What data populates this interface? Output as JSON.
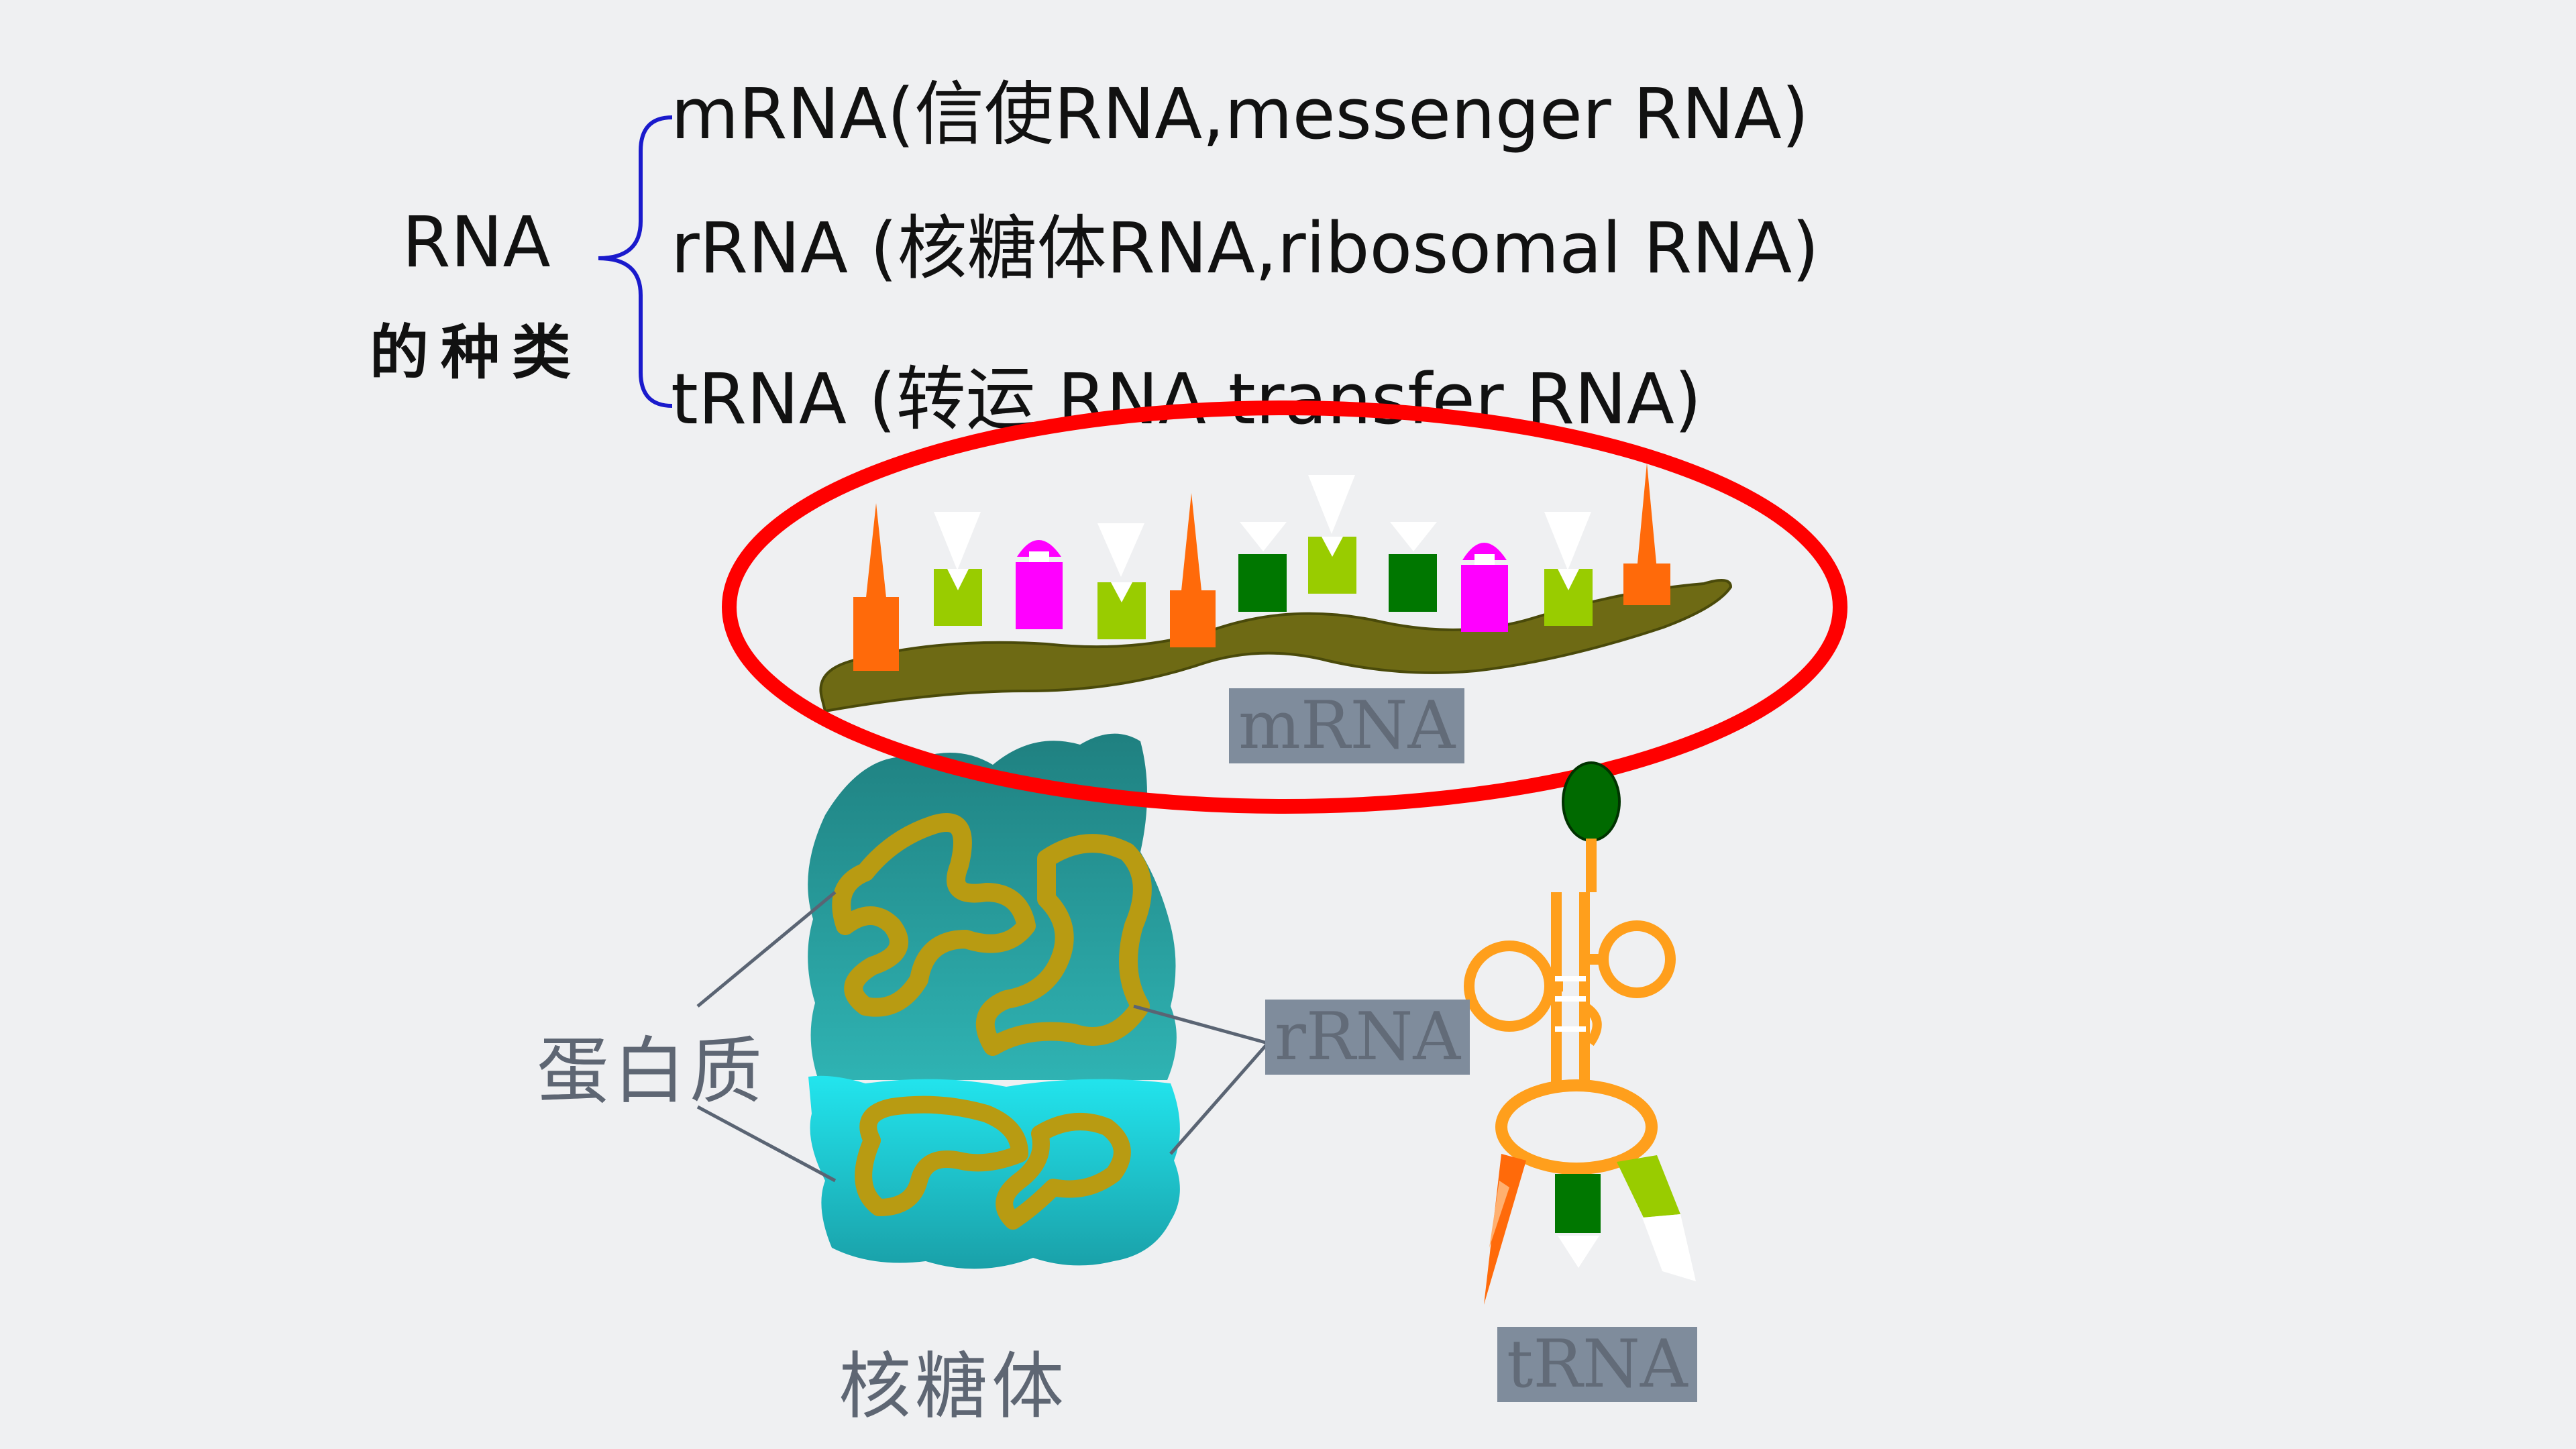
{
  "header": {
    "rna_title": "RNA",
    "rna_subtitle": "的种类"
  },
  "rna_types": [
    {
      "text": "mRNA(信使RNA,messenger RNA)"
    },
    {
      "text": "rRNA (核糖体RNA,ribosomal RNA)"
    },
    {
      "text": "tRNA (转运 RNA transfer  RNA)"
    }
  ],
  "labels": {
    "mrna": "mRNA",
    "rrna": "rRNA",
    "trna": "tRNA",
    "protein": "蛋白质",
    "ribosome": "核糖体"
  },
  "colors": {
    "brace": "#1a1acc",
    "highlight_ellipse": "#ff0000",
    "mrna_strand": "#6b6a12",
    "ribosome_top": "#1f8c8c",
    "ribosome_bottom": "#1fd6e0",
    "rrna_fold": "#b8a215",
    "trna": "#ff9f1c",
    "base_orange": "#ff6a0a",
    "base_magenta": "#ff00ff",
    "base_lime": "#99cc00",
    "base_darkgreen": "#007700",
    "label_box": "#7f8c9c"
  },
  "icons": [
    "curly-brace",
    "highlight-ellipse",
    "mrna-strand",
    "ribosome",
    "trna-cloverleaf"
  ]
}
